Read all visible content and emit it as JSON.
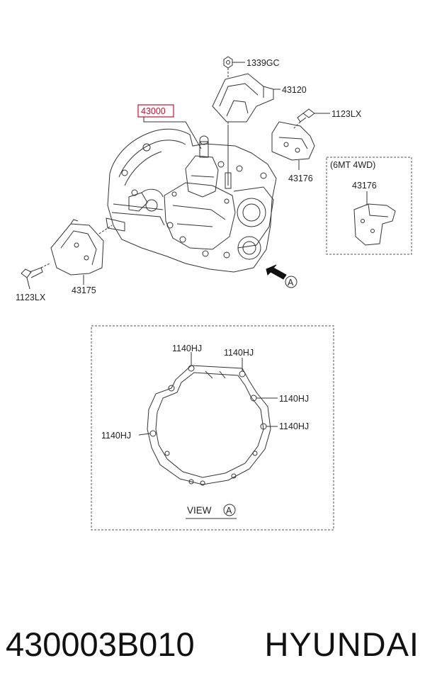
{
  "callouts": {
    "main_assembly": "43000",
    "nut": "1339GC",
    "upper_bracket": "43120",
    "bolt_right": "1123LX",
    "bracket_right": "43176",
    "bolt_left": "1123LX",
    "bracket_left": "43175",
    "variant_title": "(6MT 4WD)",
    "variant_part": "43176",
    "view_ref": "A"
  },
  "view_a": {
    "title": "VIEW",
    "ref": "A",
    "dowels": [
      "1140HJ",
      "1140HJ",
      "1140HJ",
      "1140HJ",
      "1140HJ"
    ]
  },
  "footer": {
    "part_number": "430003B010",
    "brand": "HYUNDAI"
  },
  "colors": {
    "highlight": "#c8102e",
    "line": "#333333"
  }
}
